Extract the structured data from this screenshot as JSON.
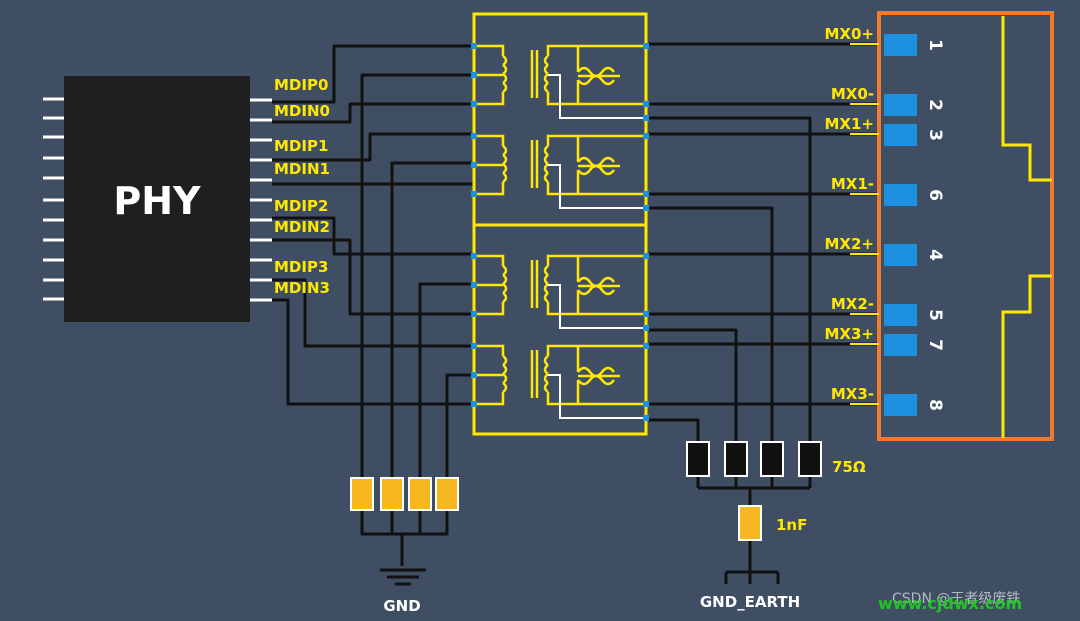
{
  "colors": {
    "background": "#404e63",
    "wire": "#111111",
    "transformer": "#ffe800",
    "label": "#ffe800",
    "chip": "#1f1f1f",
    "pad": "#1e90e0",
    "connector_outline": "#f07a30",
    "resistor": "#111111",
    "capacitor": "#f7b71e"
  },
  "phy": {
    "title": "PHY",
    "signals": [
      "MDIP0",
      "MDIN0",
      "MDIP1",
      "MDIN1",
      "MDIP2",
      "MDIN2",
      "MDIP3",
      "MDIN3"
    ]
  },
  "connector": {
    "pins": [
      {
        "signal": "MX0+",
        "number": "1"
      },
      {
        "signal": "MX0-",
        "number": "2"
      },
      {
        "signal": "MX1+",
        "number": "3"
      },
      {
        "signal": "MX1-",
        "number": "6"
      },
      {
        "signal": "MX2+",
        "number": "4"
      },
      {
        "signal": "MX2-",
        "number": "5"
      },
      {
        "signal": "MX3+",
        "number": "7"
      },
      {
        "signal": "MX3-",
        "number": "8"
      }
    ]
  },
  "termination": {
    "resistor_label": "75Ω",
    "capacitor_label": "1nF",
    "gnd_label": "GND",
    "earth_label": "GND_EARTH"
  },
  "watermark": {
    "text": "CSDN @王者级废铁",
    "site": "www.cjdwx.com"
  }
}
